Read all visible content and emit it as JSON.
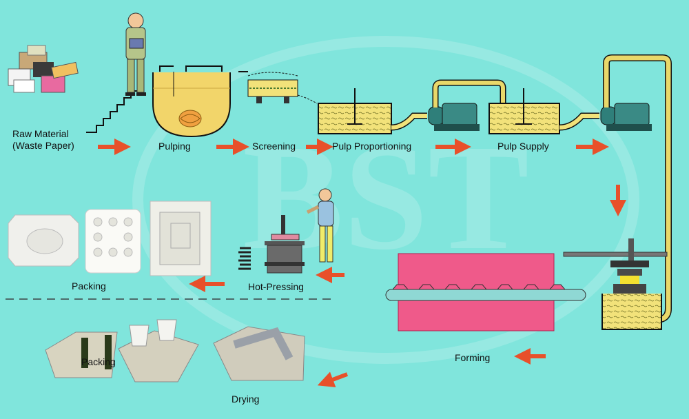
{
  "stages": {
    "raw_material_line1": "Raw Material",
    "raw_material_line2": "(Waste Paper)",
    "pulping": "Pulping",
    "screening": "Screening",
    "pulp_proportioning": "Pulp Proportioning",
    "pulp_supply": "Pulp Supply",
    "forming": "Forming",
    "drying": "Drying",
    "hot_pressing": "Hot-Pressing",
    "packing_top": "Packing",
    "packing_bottom": "Packing"
  },
  "watermark": "BST",
  "colors": {
    "background": "#80e5dc",
    "arrow": "#e8502a",
    "pulp": "#f2e27a",
    "pipe": "#e9d86a",
    "forming_oven": "#ef5a8a",
    "pump": "#4a8f8a",
    "dashed_divider": "#4d6a6a"
  },
  "icons": [
    "waste-paper-bundle-icon",
    "worker-icon",
    "pulper-tank-icon",
    "screen-icon",
    "pump-icon",
    "mold-press-icon",
    "conveyor-oven-icon",
    "hot-press-icon",
    "spring-stack-icon",
    "egg-tray-icon",
    "cup-holder-icon"
  ]
}
